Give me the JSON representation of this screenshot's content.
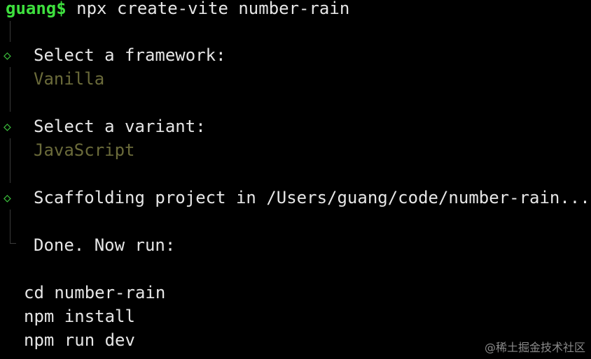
{
  "prompt": {
    "user": "guang$",
    "command": " npx create-vite number-rain"
  },
  "steps": [
    {
      "question": "Select a framework:",
      "answer": "Vanilla"
    },
    {
      "question": "Select a variant:",
      "answer": "JavaScript"
    },
    {
      "question": "Scaffolding project in /Users/guang/code/number-rain..."
    }
  ],
  "done": {
    "label": "Done. Now run:"
  },
  "next_commands": [
    "cd number-rain",
    "npm install",
    "npm run dev"
  ],
  "watermark": "@稀土掘金技术社区",
  "icons": {
    "step_marker": "diamond-icon",
    "final_marker": "corner-connector-icon"
  },
  "colors": {
    "background": "#000000",
    "prompt_user": "#3ee03e",
    "text": "#e6e6e6",
    "marker": "#3bbf3b",
    "answer": "#6b6b3a"
  }
}
